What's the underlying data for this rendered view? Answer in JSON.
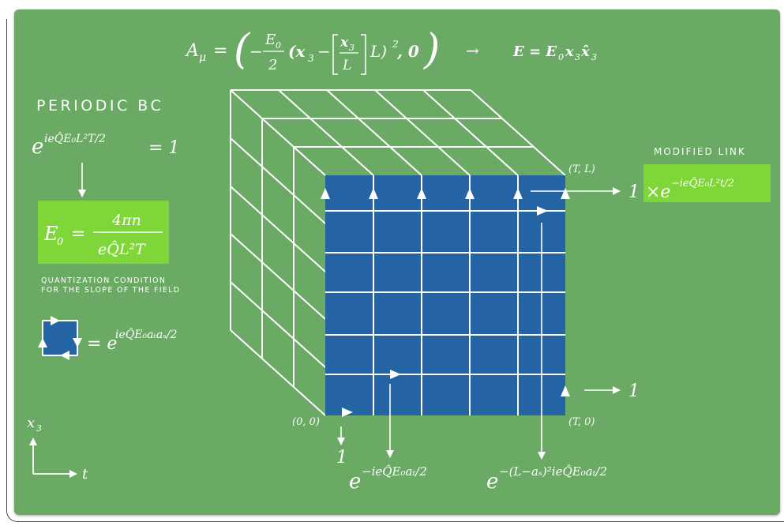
{
  "header": {
    "lhs": "A",
    "lhs_sub": "μ",
    "paren_open": "(",
    "minus": "−",
    "frac_num": "E",
    "frac_num_sub": "0",
    "frac_den": "2",
    "term1": "(x",
    "term1_sub": "3",
    "term1_minus": "−",
    "bracket_num": "x",
    "bracket_num_sub": "3",
    "bracket_den": "L",
    "term2": "L)",
    "term2_sup": "2",
    "term2_tail": ", 0",
    "paren_close": ")",
    "arrow": "→",
    "rhs_field": "E = E",
    "rhs_sub0": "0",
    "rhs_tail": "x",
    "rhs_tail_sub": "3",
    "rhs_hat": "x̂",
    "rhs_hat_sub": "3"
  },
  "left": {
    "periodic_title": "PERIODIC BC",
    "periodic_eq": "e",
    "periodic_exp": "ieQ̂E₀L²T/2",
    "periodic_rhs": "= 1",
    "quant_lhs": "E",
    "quant_lhs_sub": "0",
    "quant_eq": "=",
    "quant_num": "4πn",
    "quant_den": "eQ̂L²T",
    "quant_caption_1": "QUANTIZATION CONDITION",
    "quant_caption_2": "FOR THE SLOPE OF THE FIELD",
    "plaquette_eq": "= e",
    "plaquette_exp": "ieQ̂E₀aₜaₛ/2",
    "axis_x3": "x",
    "axis_x3_sub": "3",
    "axis_t": "t"
  },
  "right": {
    "modified_title": "MODIFIED LINK",
    "link_one": "1",
    "link_times": "×e",
    "link_exp": "−ieQ̂E₀L²t/2",
    "one_bottom_right": "1"
  },
  "corners": {
    "origin": "(0, 0)",
    "top_right": "(T, L)",
    "bottom_right": "(T, 0)"
  },
  "bottom": {
    "one": "1",
    "phase_1": "e",
    "phase_1_exp": "−ieQ̂E₀aₜ/2",
    "phase_2": "e",
    "phase_2_exp": "−(L−aₛ)²ieQ̂E₀aₜ/2"
  },
  "colors": {
    "background": "#6aaa64",
    "front_face": "#2464a5",
    "highlight": "#7fd638",
    "lines": "#ffffff"
  }
}
